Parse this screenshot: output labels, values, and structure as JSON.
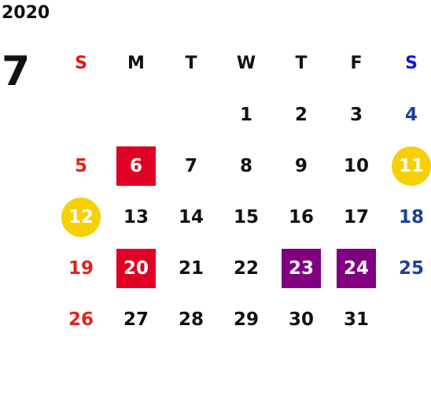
{
  "year": "2020",
  "month": "7",
  "weekday_headers": [
    "S",
    "M",
    "T",
    "W",
    "T",
    "F",
    "S"
  ],
  "weeks": [
    [
      "",
      "",
      "",
      "1",
      "2",
      "3",
      "4"
    ],
    [
      "5",
      "6",
      "7",
      "8",
      "9",
      "10",
      "11"
    ],
    [
      "12",
      "13",
      "14",
      "15",
      "16",
      "17",
      "18"
    ],
    [
      "19",
      "20",
      "21",
      "22",
      "23",
      "24",
      "25"
    ],
    [
      "26",
      "27",
      "28",
      "29",
      "30",
      "31",
      ""
    ]
  ],
  "highlight_colors": {
    "red": "#e00024",
    "purple": "#800080",
    "yellow": "#f6d000",
    "sunday_text": "#e0241d",
    "saturday_text": "#1f3f9a"
  }
}
